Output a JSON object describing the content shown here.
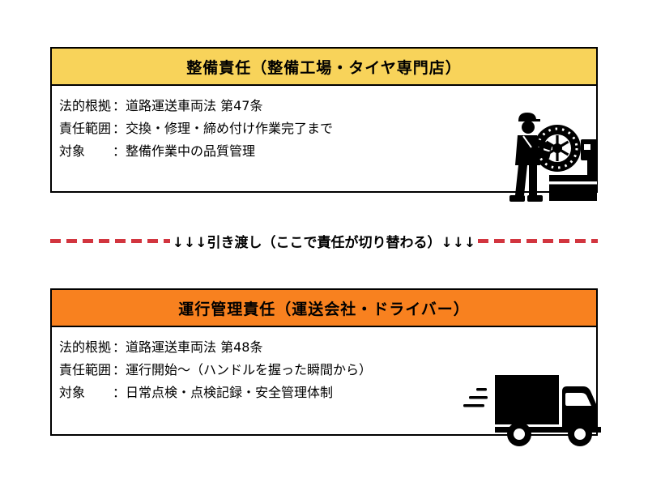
{
  "colors": {
    "maintenance_header": "#F8D35A",
    "operation_header": "#F8811F",
    "handover_dash": "#D2353F",
    "border": "#000000",
    "background": "#FFFFFF",
    "icon": "#000000"
  },
  "separator": "：",
  "maintenance_box": {
    "title": "整備責任（整備工場・タイヤ専門店）",
    "rows": [
      {
        "label": "法的根拠",
        "value": "道路運送車両法 第47条"
      },
      {
        "label": "責任範囲",
        "value": "交換・修理・締め付け作業完了まで"
      },
      {
        "label": "対象",
        "value": "整備作業中の品質管理"
      }
    ],
    "icon": "tire-mechanic-icon"
  },
  "handover": {
    "label": "↓↓↓引き渡し（ここで責任が切り替わる）↓↓↓"
  },
  "operation_box": {
    "title": "運行管理責任（運送会社・ドライバー）",
    "rows": [
      {
        "label": "法的根拠",
        "value": "道路運送車両法 第48条"
      },
      {
        "label": "責任範囲",
        "value": "運行開始〜（ハンドルを握った瞬間から）"
      },
      {
        "label": "対象",
        "value": "日常点検・点検記録・安全管理体制"
      }
    ],
    "icon": "truck-icon"
  }
}
